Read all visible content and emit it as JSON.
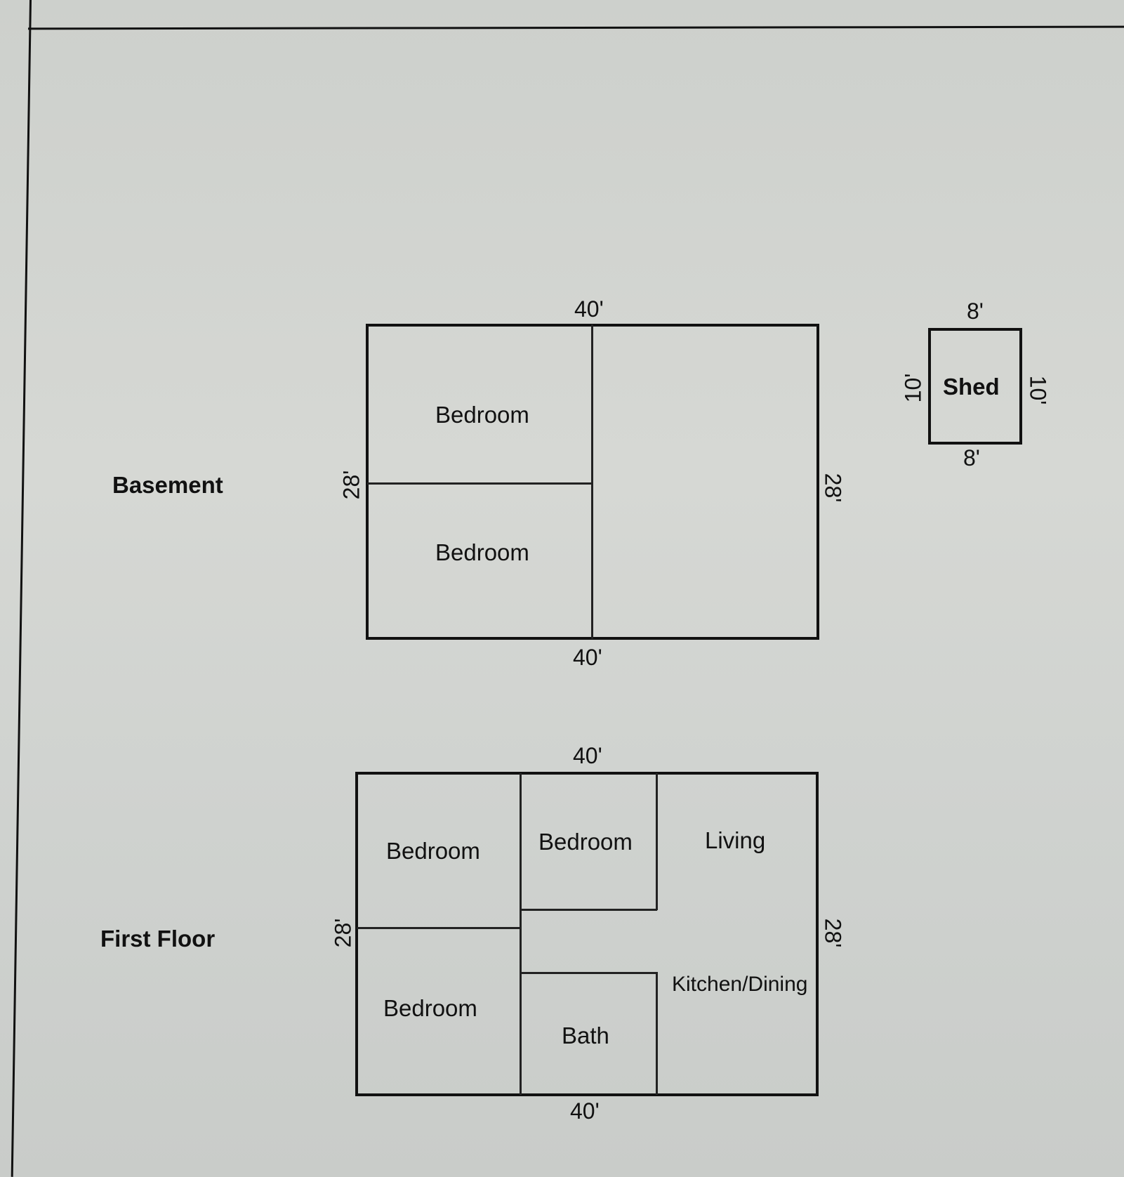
{
  "basement": {
    "label": "Basement",
    "dims": {
      "top": "40'",
      "bottom": "40'",
      "left": "28'",
      "right": "28'"
    },
    "rooms": [
      "Bedroom",
      "Bedroom"
    ]
  },
  "shed": {
    "label": "Shed",
    "dims": {
      "top": "8'",
      "bottom": "8'",
      "left": "10'",
      "right": "10'"
    }
  },
  "first_floor": {
    "label": "First Floor",
    "dims": {
      "top": "40'",
      "bottom": "40'",
      "left": "28'",
      "right": "28'"
    },
    "rooms": [
      "Bedroom",
      "Bedroom",
      "Living",
      "Bedroom",
      "Bath",
      "Kitchen/Dining"
    ]
  }
}
